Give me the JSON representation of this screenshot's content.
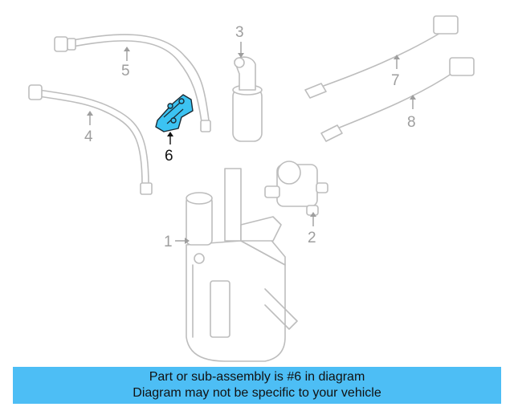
{
  "diagram": {
    "callouts": [
      {
        "id": "1",
        "label": "1"
      },
      {
        "id": "2",
        "label": "2"
      },
      {
        "id": "3",
        "label": "3"
      },
      {
        "id": "4",
        "label": "4"
      },
      {
        "id": "5",
        "label": "5"
      },
      {
        "id": "6",
        "label": "6"
      },
      {
        "id": "7",
        "label": "7"
      },
      {
        "id": "8",
        "label": "8"
      }
    ],
    "highlighted_part": "6",
    "colors": {
      "highlight": "#3cc3f2",
      "line_art": "#bdbdbd",
      "active_callout": "#111111",
      "banner_bg": "#4dbef5"
    }
  },
  "banner": {
    "line1": "Part or sub-assembly is #6 in diagram",
    "line2": "Diagram may not be specific to your vehicle"
  }
}
